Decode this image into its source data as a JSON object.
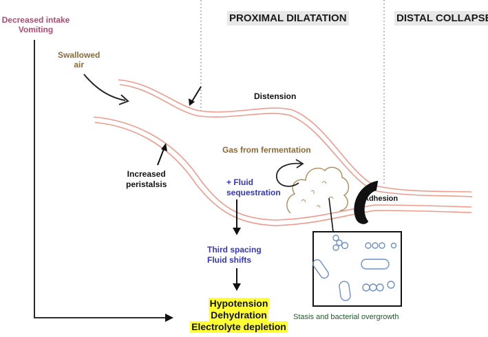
{
  "left_label": {
    "line1": "Decreased intake",
    "line2": "Vomiting"
  },
  "headers": {
    "proximal": "PROXIMAL DILATATION",
    "distal": "DISTAL COLLAPSE"
  },
  "labels": {
    "swallowed_air": {
      "line1": "Swallowed",
      "line2": "air"
    },
    "distension": "Distension",
    "gas": "Gas from fermentation",
    "peristalsis": {
      "line1": "Increased",
      "line2": "peristalsis"
    },
    "fluid": {
      "line1": "+ Fluid",
      "line2": "sequestration"
    },
    "adhesion": "Adhesion",
    "third_spacing": {
      "line1": "Third spacing",
      "line2": "Fluid shifts"
    },
    "stasis": "Stasis and bacterial overgrowth"
  },
  "outcomes": [
    "Hypotension",
    "Dehydration",
    "Electrolyte depletion"
  ],
  "colors": {
    "bowel_wall": "#ef9a8c",
    "fluid_text": "#3535c0",
    "intake_text": "#b5476f",
    "gas_text": "#8a6a3a",
    "highlight": "#ffff33",
    "bacteria": "#6c8fc7"
  }
}
